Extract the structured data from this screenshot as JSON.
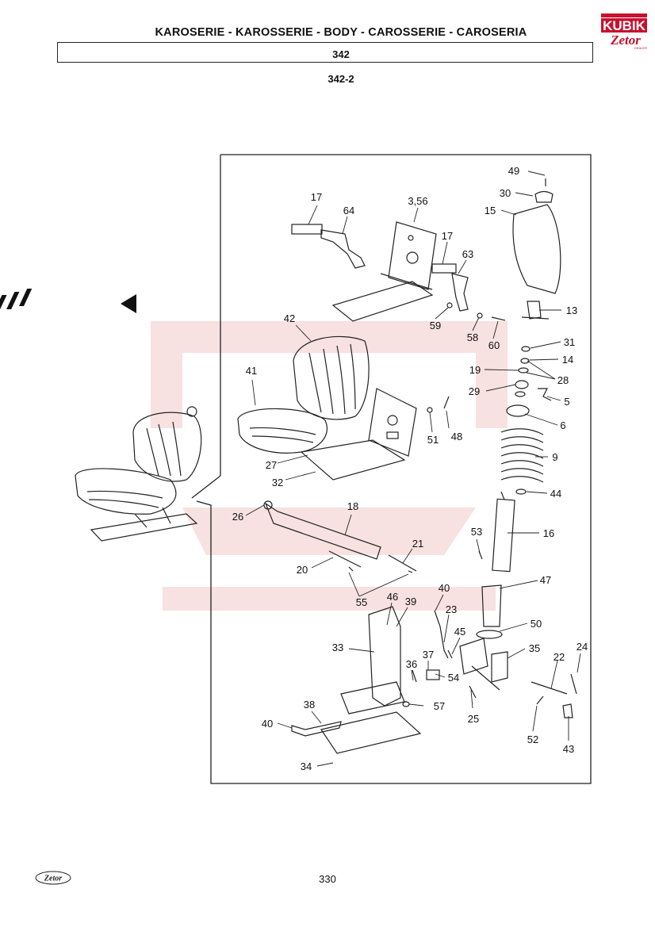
{
  "header": {
    "title": "KAROSERIE - KAROSSERIE - BODY - CAROSSERIE - CAROSERIA",
    "section": "342",
    "subsection": "342-2"
  },
  "logos": {
    "brand_top": "KUBIK",
    "brand_bottom": "Zetor",
    "brand_sub": "DEALER",
    "footer": "Zetor"
  },
  "page_number": "330",
  "colors": {
    "watermark": "#f2c9c9",
    "logo_red": "#c8102e",
    "line": "#222222"
  },
  "callouts": [
    "49",
    "30",
    "15",
    "13",
    "31",
    "14",
    "19",
    "28",
    "29",
    "5",
    "6",
    "9",
    "44",
    "16",
    "53",
    "47",
    "50",
    "24",
    "22",
    "43",
    "52",
    "35",
    "25",
    "45",
    "40",
    "23",
    "54",
    "37",
    "36",
    "57",
    "39",
    "46",
    "33",
    "38",
    "40",
    "34",
    "21",
    "55",
    "20",
    "18",
    "26",
    "42",
    "41",
    "27",
    "32",
    "48",
    "51",
    "17",
    "64",
    "3,56",
    "17",
    "63",
    "59",
    "58",
    "60"
  ]
}
